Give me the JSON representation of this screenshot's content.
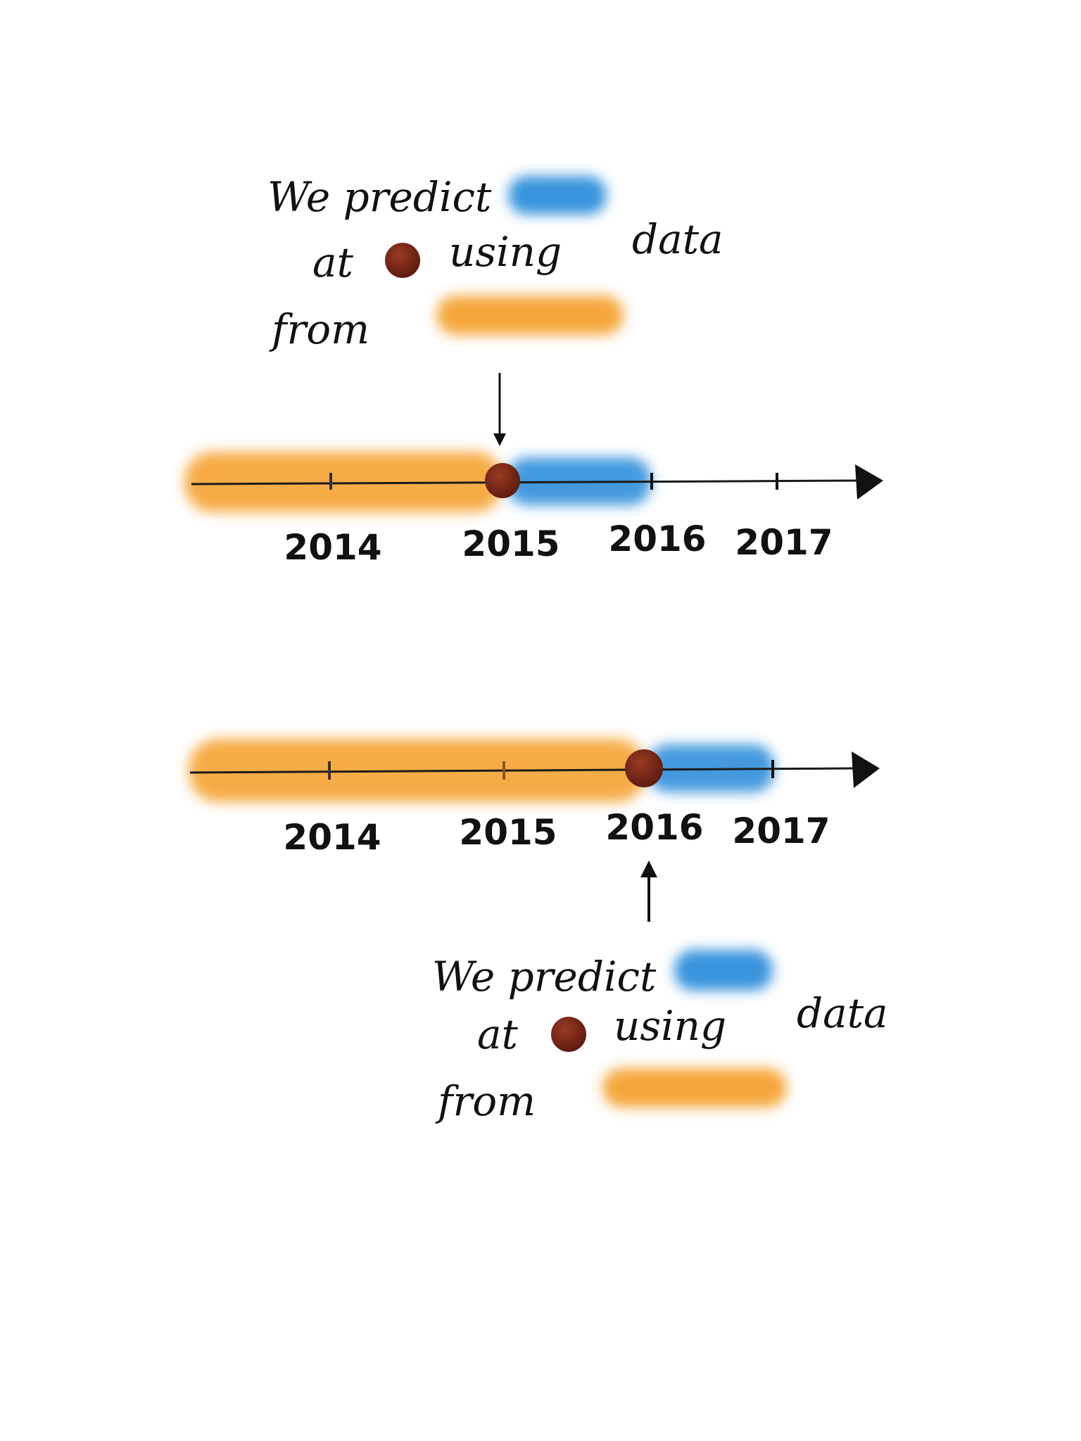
{
  "colors": {
    "orange": "#F5A330",
    "blue": "#2F8FDB",
    "dot": "#7A2617",
    "ink": "#111111"
  },
  "caption_top": {
    "line1": "We predict",
    "line2_a": "at",
    "line2_b": "using",
    "line2_c": "data",
    "line3": "from"
  },
  "caption_bottom": {
    "line1": "We predict",
    "line2_a": "at",
    "line2_b": "using",
    "line2_c": "data",
    "line3": "from"
  },
  "timeline_top": {
    "ticks": [
      "2014",
      "2015",
      "2016",
      "2017"
    ],
    "train_until": "2015",
    "predict_until": "2016"
  },
  "timeline_bottom": {
    "ticks": [
      "2014",
      "2015",
      "2016",
      "2017"
    ],
    "train_until": "2016",
    "predict_until": "2017"
  }
}
